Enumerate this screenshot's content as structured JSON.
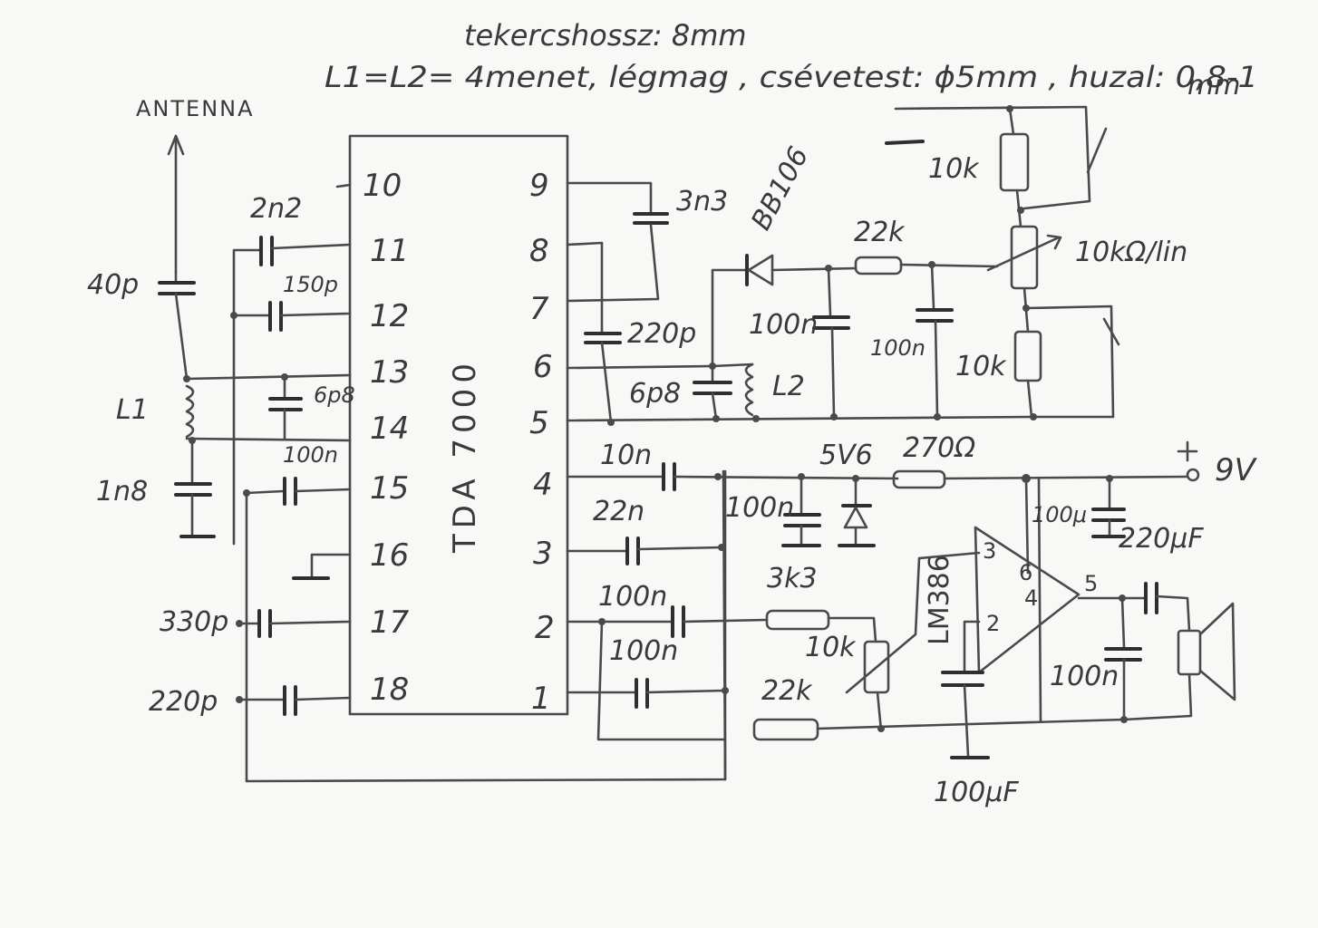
{
  "notes": {
    "line1": "tekercshossz: 8mm",
    "line2": "L1=L2= 4menet, légmag , csévetest: ϕ5mm , huzal: 0,8-1",
    "line2_unit": "mm"
  },
  "antenna": "ANTENNA",
  "ic1": {
    "name": "TDA 7000",
    "left_pins": [
      "10",
      "11",
      "12",
      "13",
      "14",
      "15",
      "16",
      "17",
      "18"
    ],
    "right_pins": [
      "9",
      "8",
      "7",
      "6",
      "5",
      "4",
      "3",
      "2",
      "1"
    ]
  },
  "ic2": {
    "name": "LM386",
    "pins": [
      "3",
      "2",
      "6",
      "4",
      "5"
    ]
  },
  "components": {
    "c_40p": "40p",
    "c_2n2": "2n2",
    "c_150p": "150p",
    "l1": "L1",
    "c_6p8_left": "6p8",
    "c_100n_15": "100n",
    "c_1n8": "1n8",
    "c_330p": "330p",
    "c_220p_18": "220p",
    "c_3n3": "3n3",
    "c_220p_7": "220p",
    "c_6p8_right": "6p8",
    "l2": "L2",
    "diode": "BB106",
    "r_22k_top": "22k",
    "c_100n_a": "100n",
    "c_100n_b": "100n",
    "r_10k_top": "10k",
    "pot_main": "10kΩ/lin",
    "r_10k_bottom": "10k",
    "c_10n": "10n",
    "c_22n": "22n",
    "c_100n_2": "100n",
    "c_100n_1": "100n",
    "zener": "5V6",
    "c_100n_zener": "100n",
    "r_270": "270Ω",
    "c_100u": "100μ",
    "c_220uF": "220μF",
    "supply": "9V",
    "supply_plus": "+",
    "r_3k3": "3k3",
    "pot_vol": "10k",
    "r_22k_bottom": "22k",
    "c_100uF": "100μF",
    "c_100n_out": "100n"
  }
}
